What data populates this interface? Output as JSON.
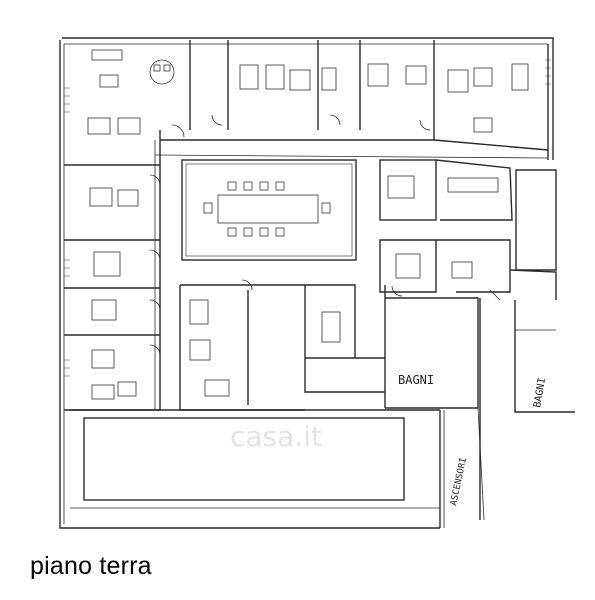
{
  "caption": "piano terra",
  "labels": {
    "bagni_center": "BAGNI",
    "bagni_right": "BAGNI",
    "ascensori": "ASCENSORI"
  },
  "watermark": "casa.it",
  "colors": {
    "ink": "#2a2a2a",
    "paper": "#ffffff",
    "watermark": "#e3e3e3"
  }
}
